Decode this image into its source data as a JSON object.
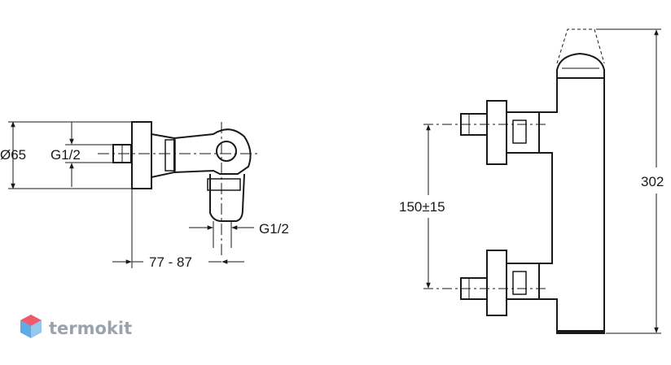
{
  "labels": {
    "diameter": "Ø65",
    "inlet_thread_side": "G1/2",
    "outlet_thread": "G1/2",
    "depth_range": "77 - 87",
    "center_distance": "150±15",
    "total_height": "302"
  },
  "watermark": {
    "brand": "termokit",
    "logo_colors": [
      "#f05a6e",
      "#4aa3e8",
      "#c7d3e0"
    ]
  }
}
